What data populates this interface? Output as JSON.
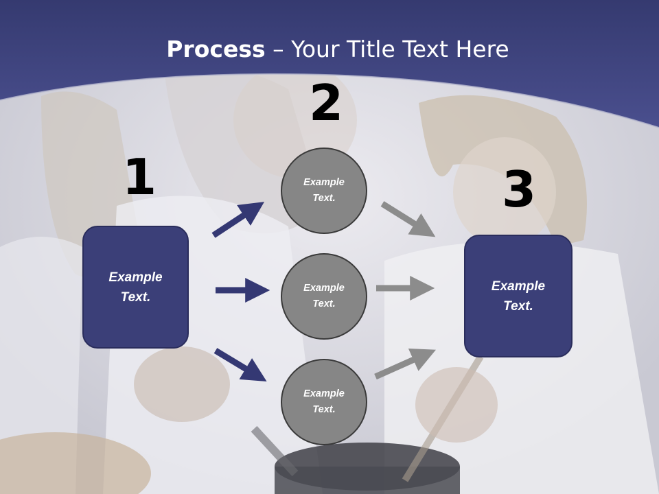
{
  "title": {
    "bold": "Process",
    "rest": " – Your Title Text Here"
  },
  "steps": {
    "one": {
      "number": "1",
      "text": "Example\nText."
    },
    "two": {
      "number": "2"
    },
    "three": {
      "number": "3",
      "text": "Example\nText."
    }
  },
  "circles": [
    {
      "text": "Example\nText."
    },
    {
      "text": "Example\nText."
    },
    {
      "text": "Example\nText."
    }
  ],
  "colors": {
    "header": "#3b3f7e",
    "box_fill": "#3b3f78",
    "circle_fill": "#868686",
    "arrow_navy": "#343873",
    "arrow_gray": "#8c8c8c"
  }
}
